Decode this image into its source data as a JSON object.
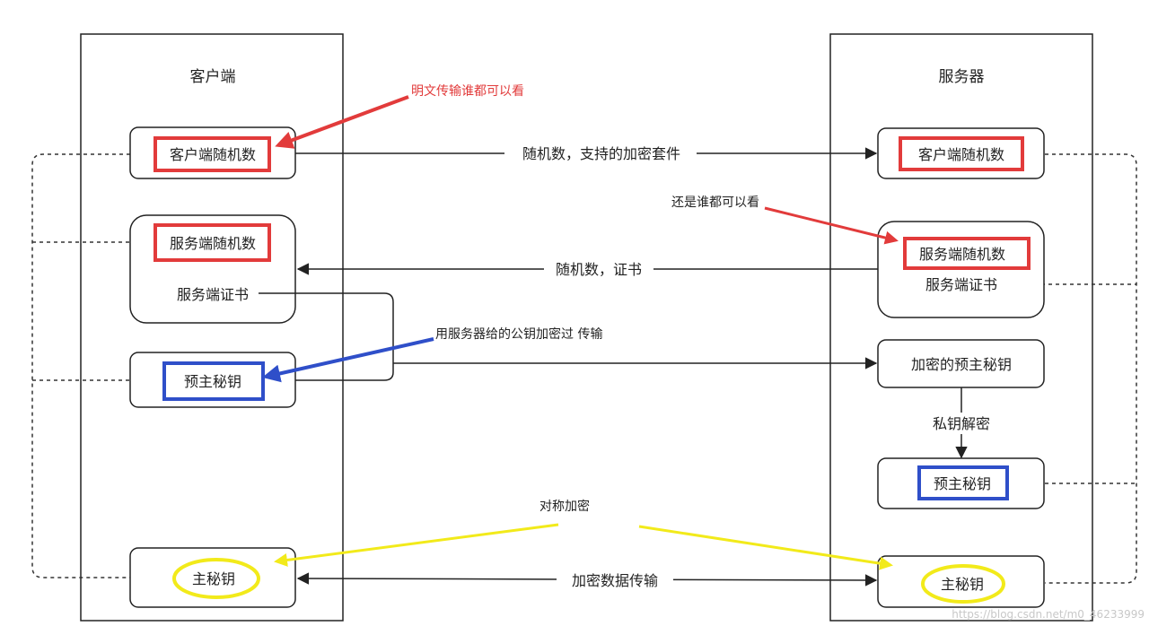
{
  "client": {
    "title": "客户端",
    "client_random": "客户端随机数",
    "server_random": "服务端随机数",
    "cert": "服务端证书",
    "premaster": "预主秘钥",
    "master": "主秘钥"
  },
  "server": {
    "title": "服务器",
    "client_random": "客户端随机数",
    "server_random": "服务端随机数",
    "cert": "服务端证书",
    "enc_premaster": "加密的预主秘钥",
    "premaster": "预主秘钥",
    "master": "主秘钥"
  },
  "edges": {
    "hello": "随机数，支持的加密套件",
    "server_hello": "随机数，证书",
    "decrypt": "私钥解密",
    "transfer": "加密数据传输"
  },
  "annotations": {
    "plaintext": "明文传输谁都可以看",
    "anyone_can_see": "还是谁都可以看",
    "encrypt_with_pubkey": "用服务器给的公钥加密过 传输",
    "symmetric": "对称加密"
  },
  "watermark": "https://blog.csdn.net/m0_46233999",
  "colors": {
    "red": "#e23b3b",
    "blue": "#2f4fc9",
    "yellow": "#f2ea1a",
    "line": "#222222"
  }
}
